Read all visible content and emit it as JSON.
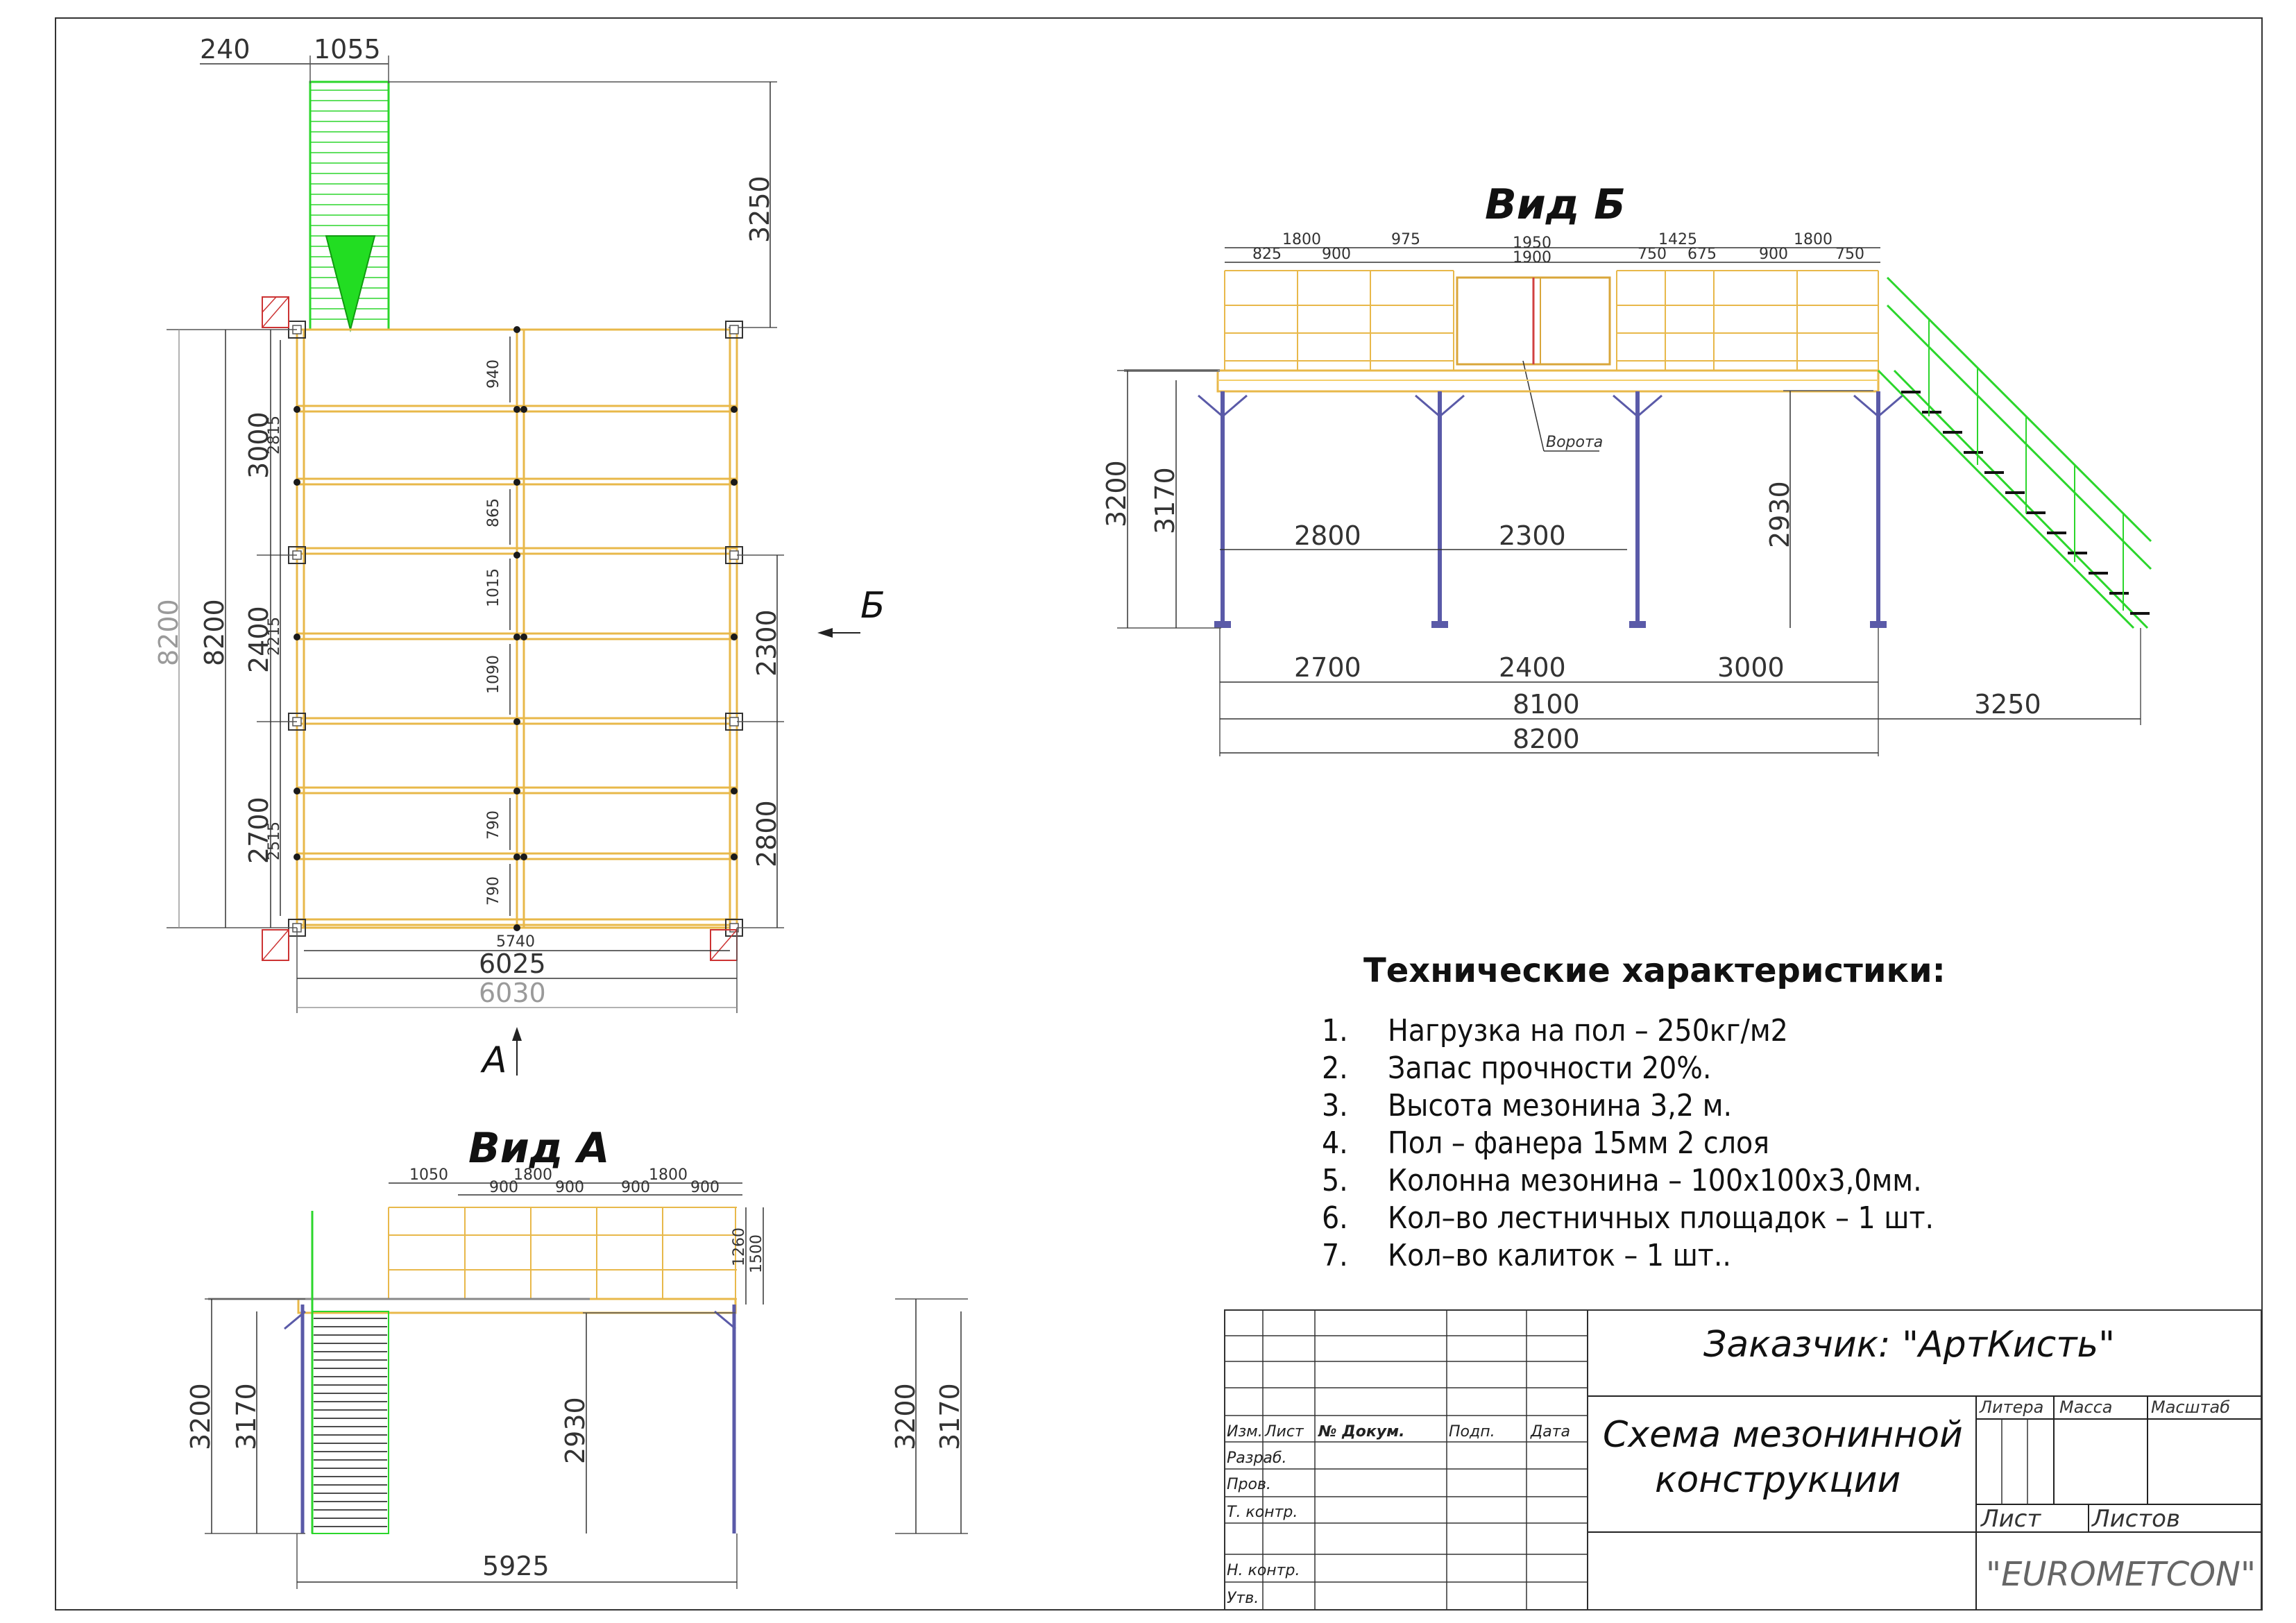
{
  "plan": {
    "stair_widths": [
      "240",
      "1055"
    ],
    "stair_length": "3250",
    "left_total_grey": "8200",
    "left_total": "8200",
    "left_bays": [
      "3000",
      "2400",
      "2700"
    ],
    "left_inner": [
      "2815",
      "2215",
      "2515"
    ],
    "right_bays": [
      "2300",
      "2800"
    ],
    "center_beams": [
      "940",
      "865",
      "1015",
      "1090",
      "790",
      "790"
    ],
    "width_inner": "5740",
    "width_total": "6025",
    "width_grey": "6030",
    "view_a_marker": "А",
    "view_b_marker": "Б"
  },
  "view_b": {
    "title": "Вид Б",
    "rail_top": [
      "1800",
      "975",
      "1950",
      "1425",
      "1800"
    ],
    "rail_sub": [
      "825",
      "900",
      "1900",
      "750",
      "675",
      "900",
      "750"
    ],
    "gate_label": "Ворота",
    "span_upper": [
      "2800",
      "2300"
    ],
    "heights": [
      "3200",
      "3170",
      "2930"
    ],
    "span_lower": [
      "2700",
      "2400",
      "3000"
    ],
    "total_inner": "8100",
    "total": "8200",
    "stair_run": "3250"
  },
  "view_a": {
    "title": "Вид А",
    "rail_top": [
      "1050",
      "1800",
      "1800"
    ],
    "rail_sub": [
      "900",
      "900",
      "900",
      "900"
    ],
    "rail_heights": [
      "1260",
      "1500"
    ],
    "heights": [
      "3200",
      "3170",
      "2930"
    ],
    "width": "5925",
    "side_heights": [
      "3200",
      "3170"
    ]
  },
  "specs": {
    "title": "Технические характеристики:",
    "items": [
      {
        "num": "1.",
        "text": "Нагрузка на пол – 250кг/м2"
      },
      {
        "num": "2.",
        "text": "Запас прочности 20%."
      },
      {
        "num": "3.",
        "text": "Высота мезонина 3,2 м."
      },
      {
        "num": "4.",
        "text": "Пол – фанера 15мм 2 слоя"
      },
      {
        "num": "5.",
        "text": "Колонна мезонина – 100х100х3,0мм."
      },
      {
        "num": "6.",
        "text": "Кол–во лестничных площадок – 1 шт."
      },
      {
        "num": "7.",
        "text": "Кол–во калиток – 1 шт.."
      }
    ]
  },
  "title_block": {
    "customer": "Заказчик: \"АртКисть\"",
    "drawing_title_line1": "Схема мезонинной",
    "drawing_title_line2": "конструкции",
    "col_headers": [
      "Изм.",
      "Лист",
      "№ Докум.",
      "Подп.",
      "Дата"
    ],
    "rows": [
      "Разраб.",
      "Пров.",
      "Т. контр.",
      "Н. контр.",
      "Утв."
    ],
    "litera": "Литера",
    "massa": "Масса",
    "masshtab": "Масштаб",
    "list": "Лист",
    "listov": "Листов",
    "company": "\"EUROMETCON\""
  }
}
